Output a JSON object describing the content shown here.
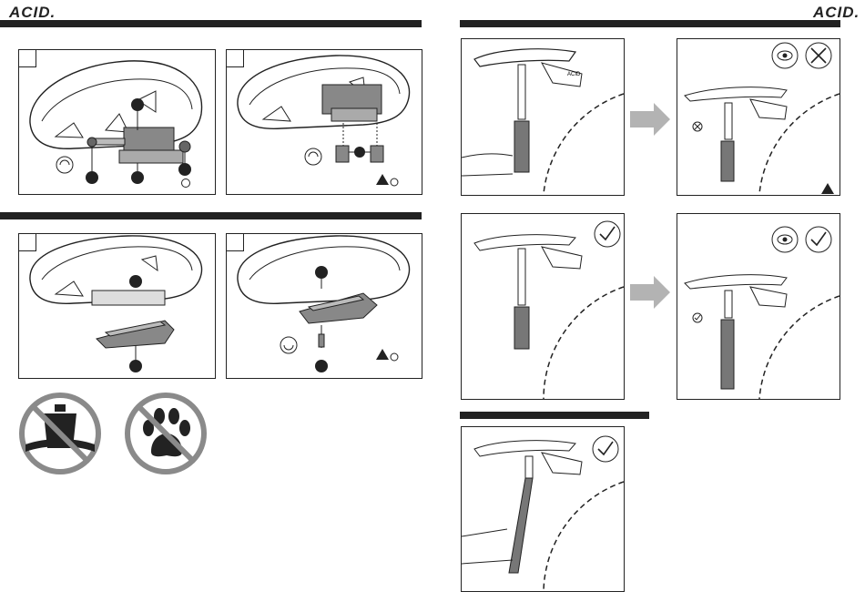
{
  "brand": {
    "left_logo": "ACID.",
    "right_logo": "ACID."
  },
  "steps": [
    {
      "number": "",
      "icon": "bolt-loosen-icon"
    },
    {
      "number": "",
      "icon": "bolt-loosen-icon"
    },
    {
      "number": "",
      "icon": "bolt-loosen-icon"
    },
    {
      "number": "",
      "icon": "bolt-tighten-icon"
    }
  ],
  "warnings": {
    "max_load_icon": "no-weight-icon",
    "no_pets_icon": "no-paw-icon",
    "caution_icon": "warning-triangle-icon"
  },
  "bike_panels": [
    {
      "state": "before-wrong",
      "verdict_icon": ""
    },
    {
      "state": "wrong",
      "verdict_icon": "cross-icon",
      "eye_icon": "eye-icon"
    },
    {
      "state": "before-right",
      "verdict_icon": "check-icon"
    },
    {
      "state": "right",
      "verdict_icon": "check-icon",
      "eye_icon": "eye-icon"
    },
    {
      "state": "final",
      "verdict_icon": "check-icon"
    }
  ],
  "saddle_bag_brand": "ACID",
  "colors": {
    "ink": "#222222",
    "arrow": "#b3b3b3",
    "shade": "#888888",
    "light": "#d9d9d9"
  }
}
